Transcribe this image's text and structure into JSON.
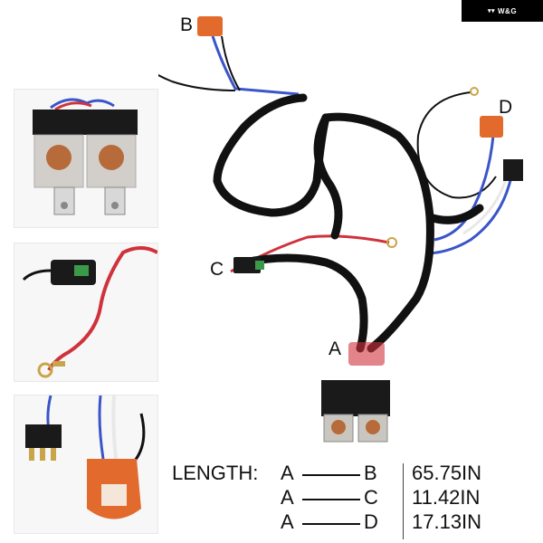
{
  "brand": {
    "name": "W&G"
  },
  "callouts": {
    "a": "A",
    "b": "B",
    "c": "C",
    "d": "D"
  },
  "length": {
    "title": "LENGTH:",
    "rows": [
      {
        "from": "A",
        "to": "B",
        "value": "65.75IN"
      },
      {
        "from": "A",
        "to": "C",
        "value": "11.42IN"
      },
      {
        "from": "A",
        "to": "D",
        "value": "17.13IN"
      }
    ]
  },
  "colors": {
    "wire_black": "#111111",
    "wire_red": "#d0323c",
    "wire_blue": "#3a55c8",
    "connector_orange": "#e26a2c",
    "relay_black": "#1a1a1a"
  }
}
